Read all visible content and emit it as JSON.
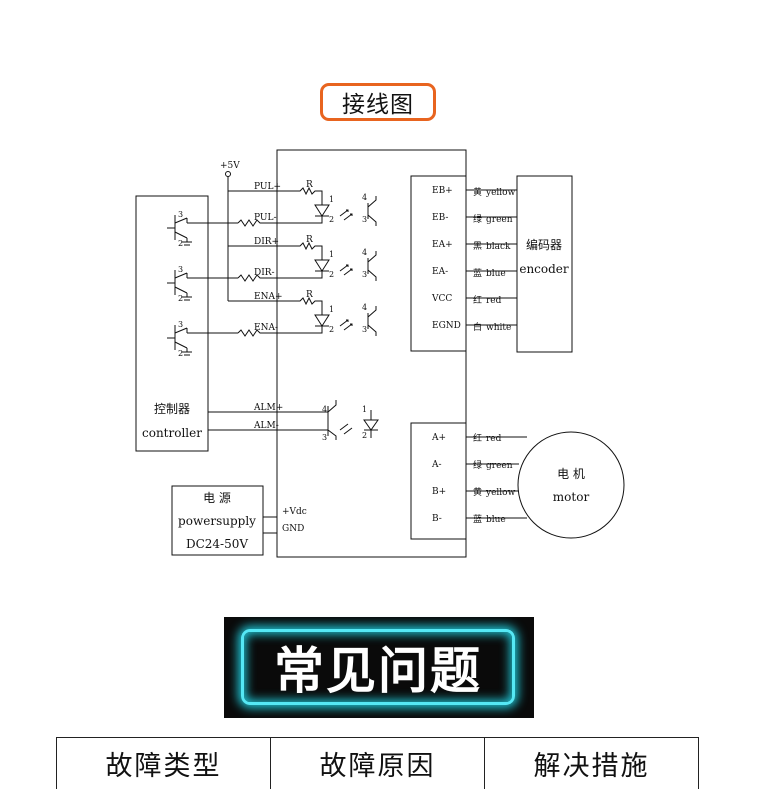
{
  "title": "接线图",
  "power_node": "+5V",
  "controller": {
    "cn": "控制器",
    "en": "controller"
  },
  "power_supply": {
    "cn": "电 源",
    "en": "powersupply",
    "range": "DC24-50V",
    "vdc": "+Vdc",
    "gnd": "GND"
  },
  "resistor_label": "R",
  "control_signals": [
    "PUL+",
    "PUL-",
    "DIR+",
    "DIR-",
    "ENA+",
    "ENA-"
  ],
  "alarm_signals": [
    "ALM+",
    "ALM-"
  ],
  "pin_numbers": {
    "p1": "1",
    "p2": "2",
    "p3": "3",
    "p4": "4"
  },
  "encoder": {
    "cn": "编码器",
    "en": "encoder",
    "pins": [
      "EB+",
      "EB-",
      "EA+",
      "EA-",
      "VCC",
      "EGND"
    ],
    "wires": [
      {
        "cn": "黄",
        "en": "yellow"
      },
      {
        "cn": "绿",
        "en": "green"
      },
      {
        "cn": "黑",
        "en": "black"
      },
      {
        "cn": "蓝",
        "en": "blue"
      },
      {
        "cn": "红",
        "en": "red"
      },
      {
        "cn": "白",
        "en": "white"
      }
    ]
  },
  "motor": {
    "cn": "电 机",
    "en": "motor",
    "pins": [
      "A+",
      "A-",
      "B+",
      "B-"
    ],
    "wires": [
      {
        "cn": "红",
        "en": "red"
      },
      {
        "cn": "绿",
        "en": "green"
      },
      {
        "cn": "黄",
        "en": "yellow"
      },
      {
        "cn": "蓝",
        "en": "blue"
      }
    ]
  },
  "faq_banner": "常见问题",
  "table_headers": [
    "故障类型",
    "故障原因",
    "解决措施"
  ],
  "colors": {
    "badge_border": "#e8641f",
    "banner_bg": "#0a0a0a",
    "banner_glow": "#55e8f5"
  }
}
